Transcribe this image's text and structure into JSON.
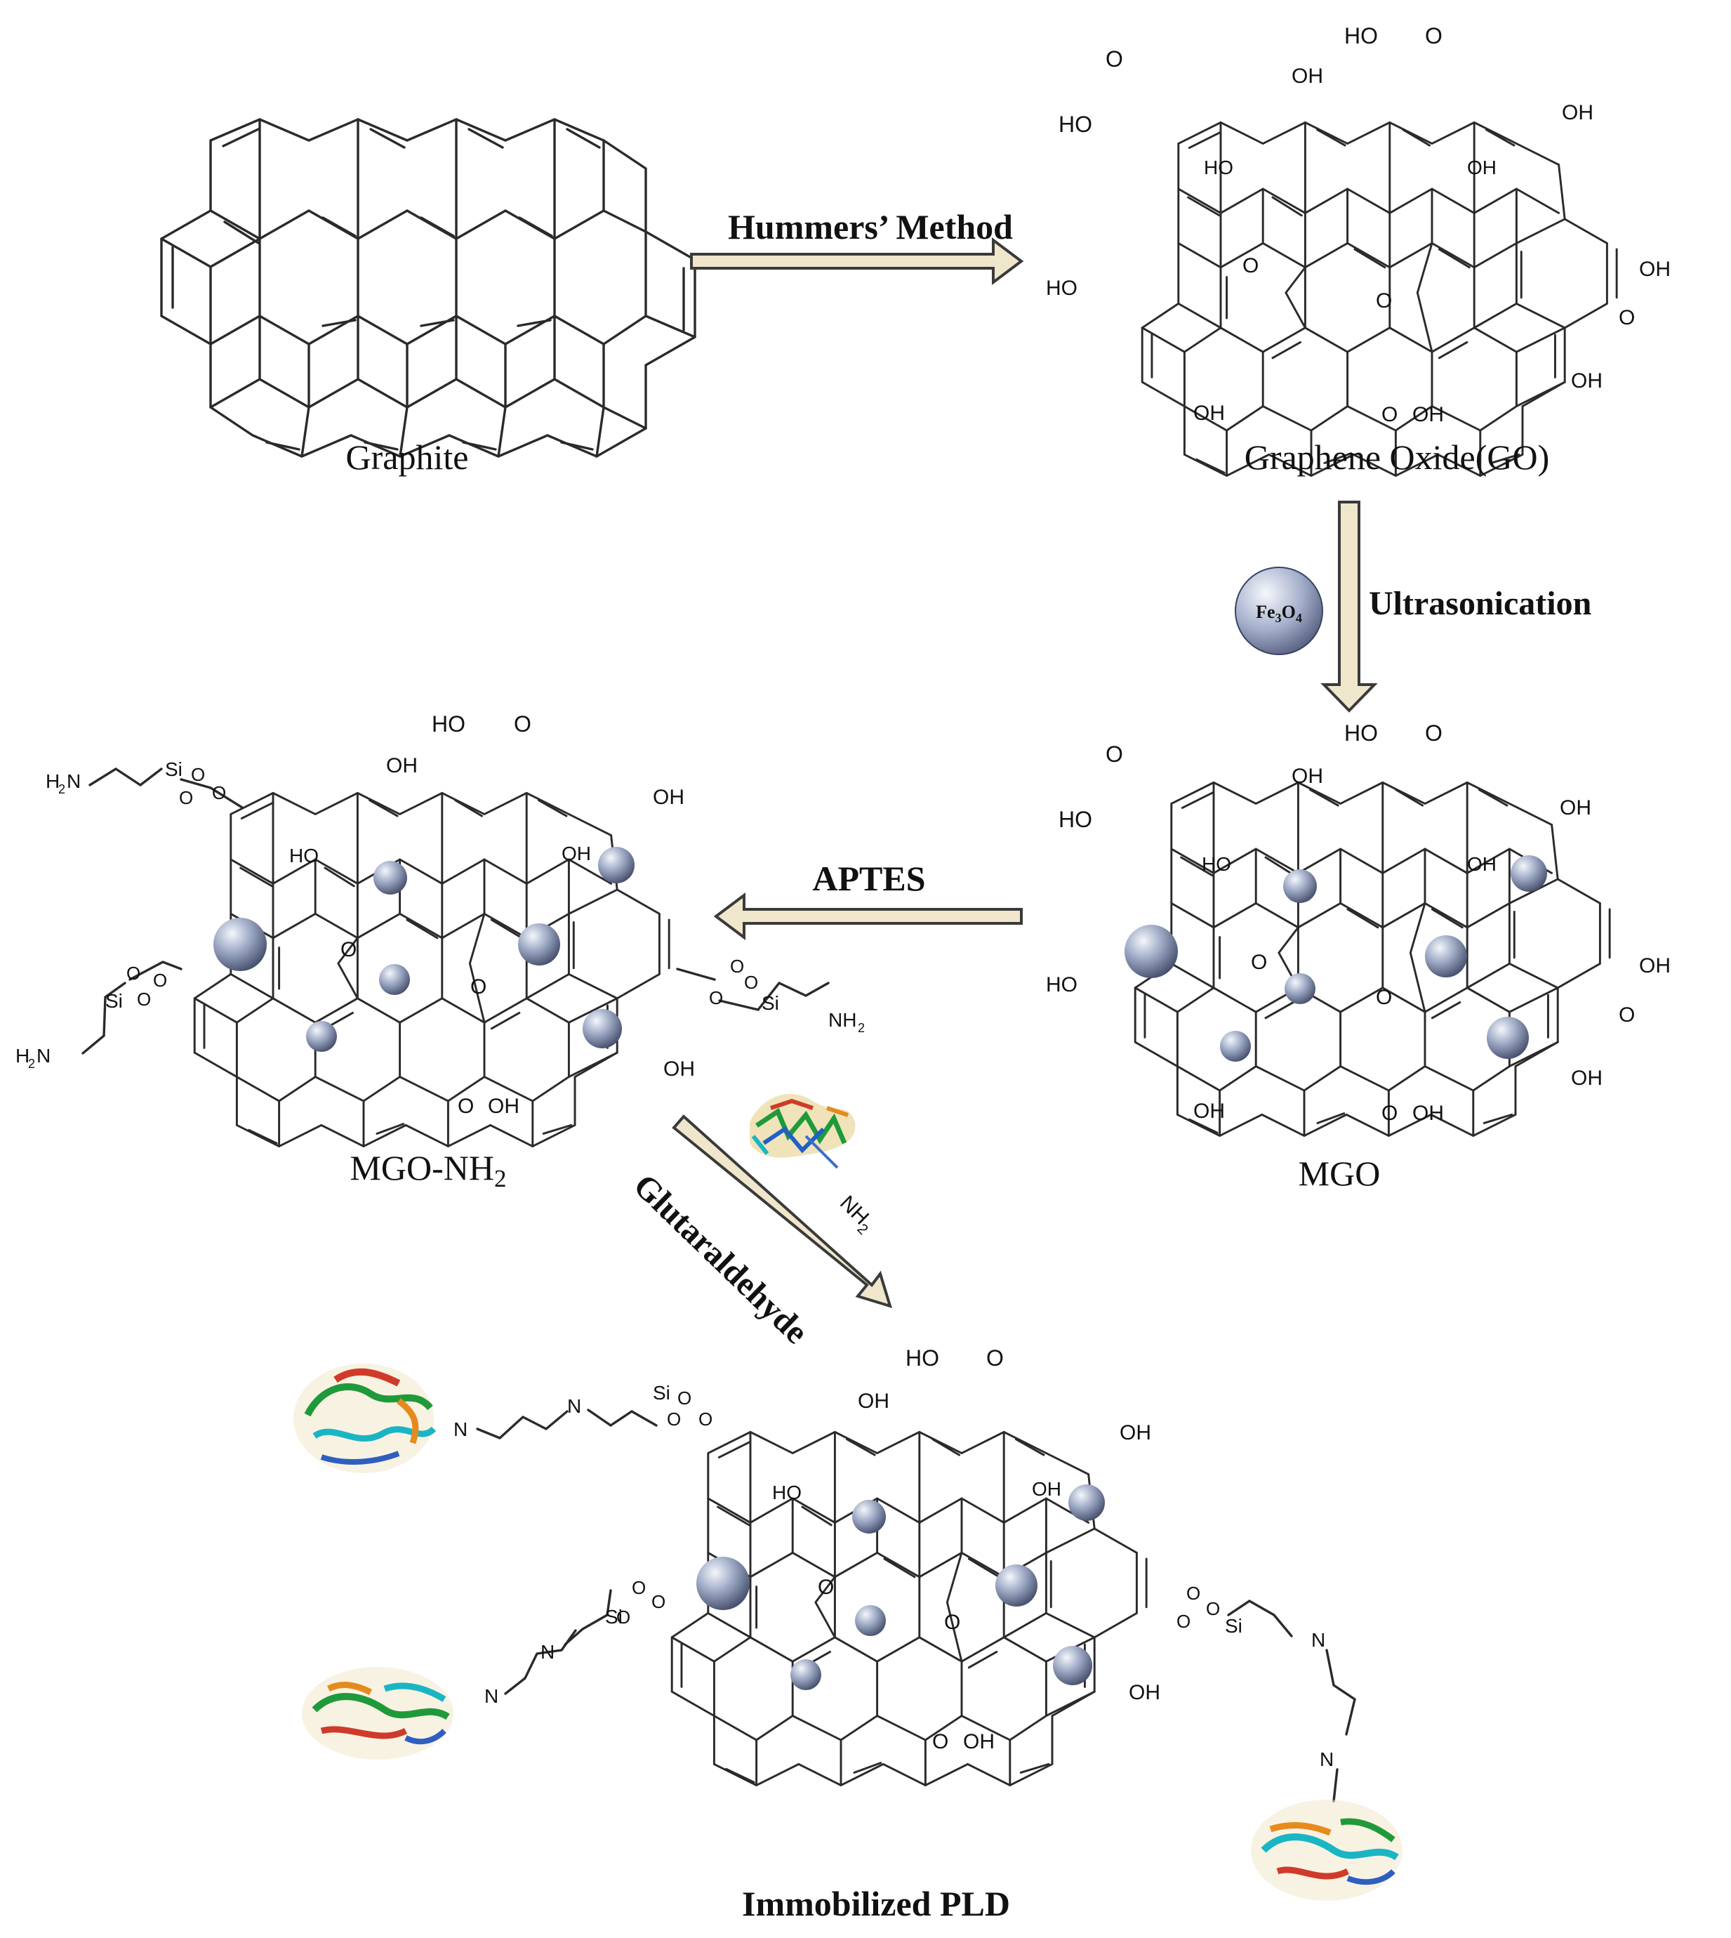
{
  "structures": {
    "graphite": {
      "caption": "Graphite"
    },
    "go": {
      "caption": "Graphene Oxide(GO)",
      "groups": {
        "oh": "OH",
        "ho": "HO",
        "o": "O",
        "cooh_left": "HO",
        "cooh_right": "OH"
      }
    },
    "mgo": {
      "caption": "MGO"
    },
    "mgo_nh2": {
      "caption_main": "MGO-NH",
      "caption_sub": "2"
    },
    "immobilized": {
      "caption": "Immobilized PLD"
    }
  },
  "reagents": {
    "hummers": "Hummers’ Method",
    "ultrasonication": "Ultrasonication",
    "fe3o4": {
      "fe": "Fe",
      "sub3": "3",
      "o": "O",
      "sub4": "4"
    },
    "aptes": "APTES",
    "glutaraldehyde": "Glutaraldehyde",
    "enzyme_amine": {
      "nh": "NH",
      "sub": "2"
    }
  },
  "linkers": {
    "amine": {
      "h2n": "H",
      "two": "2",
      "n": "N",
      "nh2": "NH"
    },
    "si": "Si",
    "o": "O",
    "imine_n": "N"
  },
  "colors": {
    "arrow_fill": "#efe6cc",
    "arrow_stroke": "#3a3a3a",
    "sphere_light": "#e6ecf6",
    "sphere_mid": "#8e9ab8",
    "sphere_dark": "#3b4466"
  }
}
